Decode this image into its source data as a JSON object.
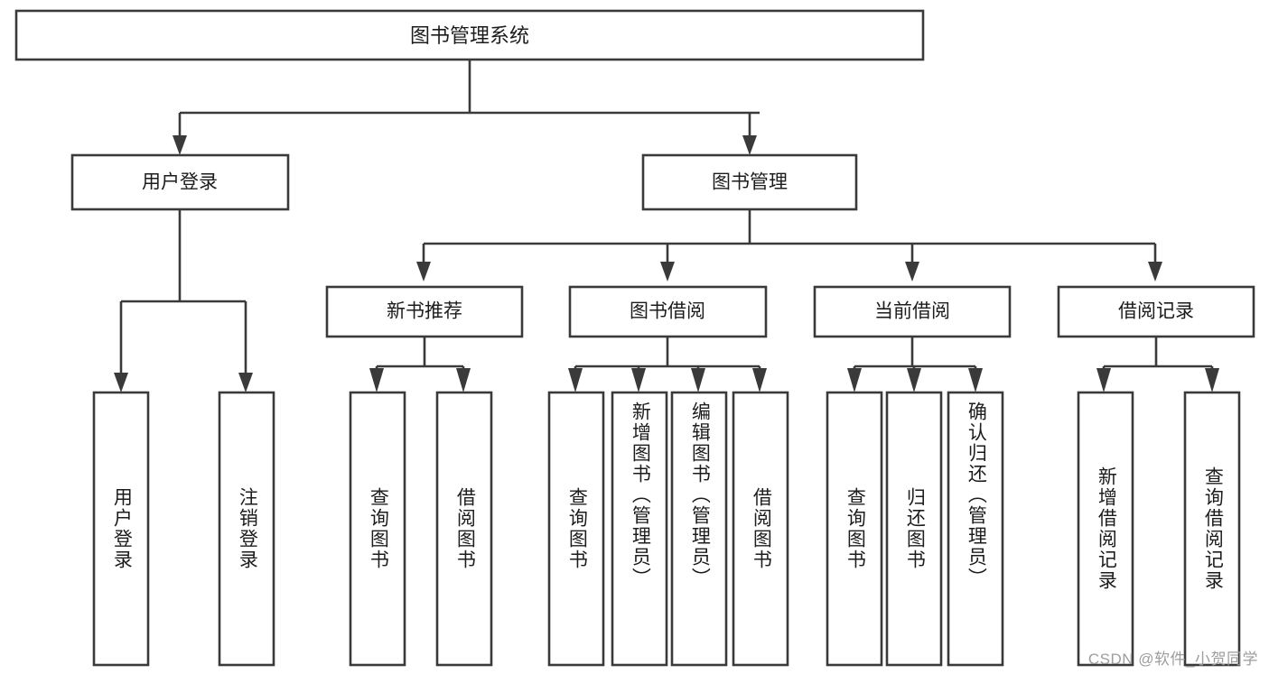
{
  "diagram": {
    "type": "tree-hierarchy-flowchart",
    "title": "图书管理系统",
    "colors": {
      "background": "#ffffff",
      "box_stroke": "#3a3a3a",
      "box_fill": "#ffffff",
      "text": "#1c1c1c",
      "watermark": "#9d9d9d"
    },
    "root": {
      "label": "图书管理系统"
    },
    "level2": [
      {
        "label": "用户登录"
      },
      {
        "label": "图书管理"
      }
    ],
    "level3": [
      {
        "label": "新书推荐"
      },
      {
        "label": "图书借阅"
      },
      {
        "label": "当前借阅"
      },
      {
        "label": "借阅记录"
      }
    ],
    "leaves": {
      "user_login": [
        {
          "label": "用户登录"
        },
        {
          "label": "注销登录"
        }
      ],
      "new_book_recommend": [
        {
          "label": "查询图书"
        },
        {
          "label": "借阅图书"
        }
      ],
      "book_borrow": [
        {
          "label": "查询图书"
        },
        {
          "label": "新增图书（管理员）"
        },
        {
          "label": "编辑图书（管理员）"
        },
        {
          "label": "借阅图书"
        }
      ],
      "current_borrow": [
        {
          "label": "查询图书"
        },
        {
          "label": "归还图书"
        },
        {
          "label": "确认归还（管理员）"
        }
      ],
      "borrow_record": [
        {
          "label": "新增借阅记录"
        },
        {
          "label": "查询借阅记录"
        }
      ]
    },
    "watermark": "CSDN @软件_小贺同学"
  }
}
